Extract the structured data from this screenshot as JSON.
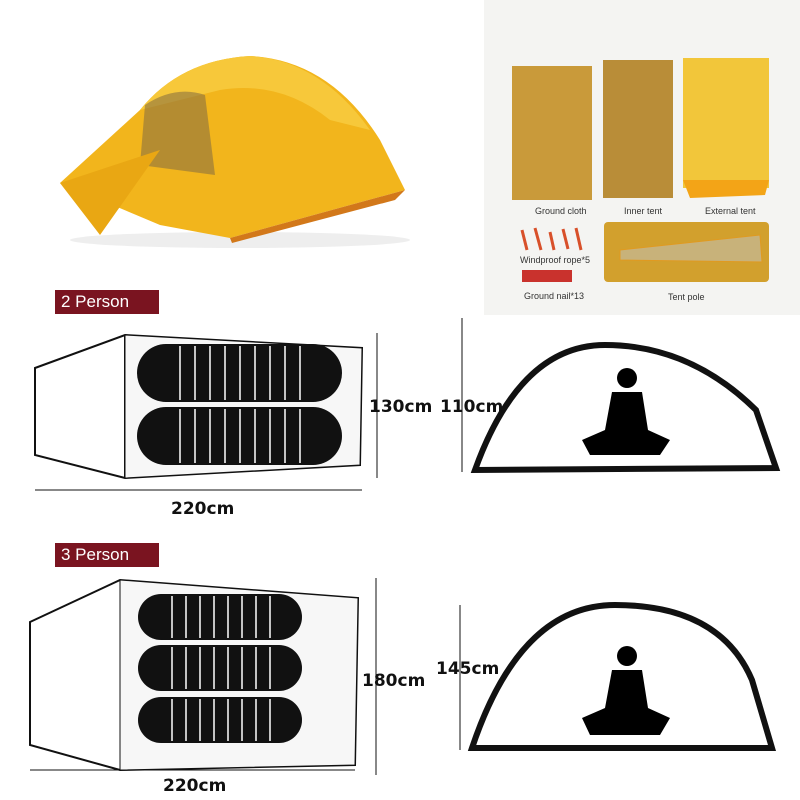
{
  "accessories_panel": {
    "labels": {
      "ground_cloth": "Ground cloth",
      "inner_tent": "Inner tent",
      "external_tent": "External tent",
      "windproof_rope": "Windproof rope*5",
      "ground_nail": "Ground nail*13",
      "tent_pole": "Tent pole"
    }
  },
  "two_person": {
    "title": "2 Person",
    "width": "130cm",
    "height": "110cm",
    "length": "220cm",
    "sleeping_bags": 2
  },
  "three_person": {
    "title": "3 Person",
    "width": "180cm",
    "height": "145cm",
    "length": "220cm",
    "sleeping_bags": 3
  },
  "colors": {
    "tent_yellow": "#f2b51c",
    "label_bg": "#7a1420",
    "bag_tan": "#c99a3a"
  }
}
